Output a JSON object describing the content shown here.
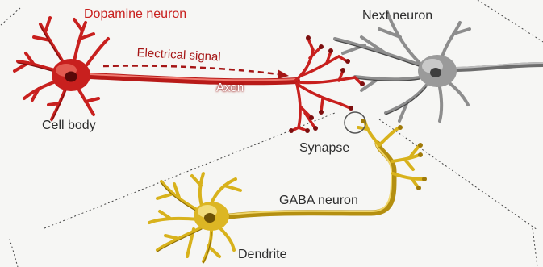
{
  "labels": {
    "dopamine_neuron": "Dopamine neuron",
    "next_neuron": "Next neuron",
    "electrical_signal": "Electrical signal",
    "axon": "Axon",
    "cell_body": "Cell body",
    "synapse": "Synapse",
    "gaba_neuron": "GABA neuron",
    "dendrite": "Dendrite"
  },
  "colors": {
    "dopamine": "#c8201e",
    "dopamine_dark": "#7d0f0f",
    "next": "#8d8d8d",
    "next_dark": "#3e3e3e",
    "gaba": "#d8b21c",
    "gaba_dark": "#7f6408",
    "signal_arrow": "#a51515",
    "label_text": "#2d2d2d",
    "dotted_guides": "#444444"
  }
}
